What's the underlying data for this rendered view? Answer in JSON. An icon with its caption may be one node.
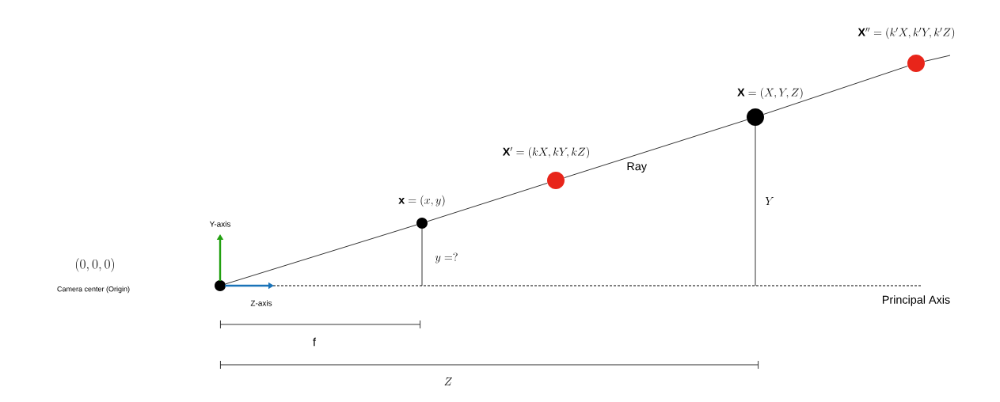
{
  "diagram": {
    "nodes": [
      {
        "text": [],
        "shape": "circle",
        "beside": [
          "(0,0,0)",
          "Camera center (Origin)"
        ]
      },
      {
        "text": [],
        "shape": "circle",
        "beside": [
          "\\mathbf{x}=(x,y)"
        ]
      },
      {
        "text": [],
        "shape": "circle",
        "beside": [
          "\\mathbf{X}'=(kX,kY,kZ)"
        ]
      },
      {
        "text": [],
        "shape": "circle",
        "beside": [
          "\\mathbf{X}=(X,Y,Z)"
        ]
      },
      {
        "text": [],
        "shape": "circle",
        "beside": [
          "\\mathbf{X}''=(k'X,k'Y,k'Z)"
        ]
      }
    ],
    "edges": [
      {
        "from": 0,
        "to": 1,
        "arrow": "none"
      },
      {
        "from": 1,
        "to": 2,
        "arrow": "none"
      },
      {
        "from": 2,
        "to": 3,
        "arrow": "none",
        "label": "Ray"
      },
      {
        "from": 3,
        "to": 4,
        "arrow": "none"
      }
    ],
    "labels": [
      "Y-axis",
      "Z-axis",
      "y=?",
      "Y",
      "Principal Axis",
      "f",
      "Z"
    ]
  }
}
